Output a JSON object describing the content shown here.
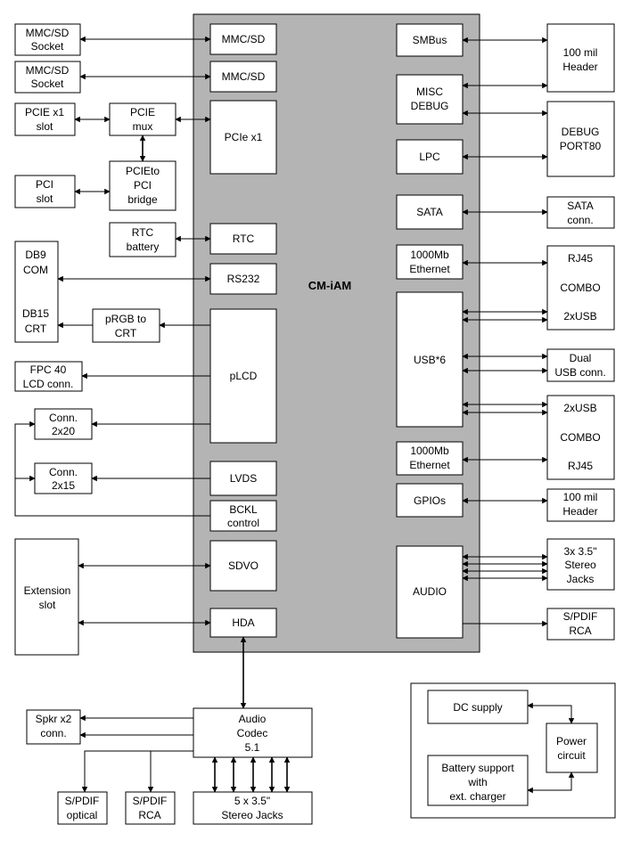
{
  "cpu": {
    "title": "CM-iAM"
  },
  "blocks": {
    "mmc1": [
      "MMC/SD"
    ],
    "mmc2": [
      "MMC/SD"
    ],
    "pcie": [
      "PCIe x1"
    ],
    "rtc": [
      "RTC"
    ],
    "rs232": [
      "RS232"
    ],
    "plcd": [
      "pLCD"
    ],
    "lvds": [
      "LVDS"
    ],
    "bckl": [
      "BCKL",
      "control"
    ],
    "sdvo": [
      "SDVO"
    ],
    "hda": [
      "HDA"
    ],
    "smbus": [
      "SMBus"
    ],
    "misc": [
      "MISC",
      "DEBUG"
    ],
    "lpc": [
      "LPC"
    ],
    "sata": [
      "SATA"
    ],
    "eth1": [
      "1000Mb",
      "Ethernet"
    ],
    "usb": [
      "USB*6"
    ],
    "eth2": [
      "1000Mb",
      "Ethernet"
    ],
    "gpio": [
      "GPIOs"
    ],
    "audio": [
      "AUDIO"
    ]
  },
  "left": {
    "mmc_sock1": [
      "MMC/SD",
      "Socket"
    ],
    "mmc_sock2": [
      "MMC/SD",
      "Socket"
    ],
    "pcie_slot": [
      "PCIE x1",
      "slot"
    ],
    "pcie_mux": [
      "PCIE",
      "mux"
    ],
    "pci_slot": [
      "PCI",
      "slot"
    ],
    "pcie_bridge": [
      "PCIEto",
      "PCI",
      "bridge"
    ],
    "rtc_batt": [
      "RTC",
      "battery"
    ],
    "db9": [
      "DB9",
      "COM"
    ],
    "db15": [
      "DB15",
      "CRT"
    ],
    "prgb": [
      "pRGB to",
      "CRT"
    ],
    "fpc": [
      "FPC 40",
      "LCD conn."
    ],
    "conn2x20": [
      "Conn.",
      "2x20"
    ],
    "conn2x15": [
      "Conn.",
      "2x15"
    ],
    "ext_slot": [
      "Extension",
      "slot"
    ]
  },
  "right": {
    "hdr1": [
      "100 mil",
      "Header"
    ],
    "debug80": [
      "DEBUG",
      "PORT80"
    ],
    "sata_conn": [
      "SATA",
      "conn."
    ],
    "combo1": [
      "RJ45",
      "COMBO",
      "2xUSB"
    ],
    "dual_usb": [
      "Dual",
      "USB conn."
    ],
    "combo2": [
      "2xUSB",
      "COMBO",
      "RJ45"
    ],
    "hdr2": [
      "100 mil",
      "Header"
    ],
    "jacks": [
      "3x 3.5\"",
      "Stereo",
      "Jacks"
    ],
    "spdif_rca_r": [
      "S/PDIF",
      "RCA"
    ]
  },
  "bottom": {
    "codec": [
      "Audio",
      "Codec",
      "5.1"
    ],
    "spkr": [
      "Spkr x2",
      "conn."
    ],
    "spdif_opt": [
      "S/PDIF",
      "optical"
    ],
    "spdif_rca_b": [
      "S/PDIF",
      "RCA"
    ],
    "jacks5": [
      "5 x 3.5\"",
      "Stereo Jacks"
    ],
    "dc": [
      "DC supply"
    ],
    "battery": [
      "Battery support",
      "with",
      "ext. charger"
    ],
    "power": [
      "Power",
      "circuit"
    ]
  }
}
